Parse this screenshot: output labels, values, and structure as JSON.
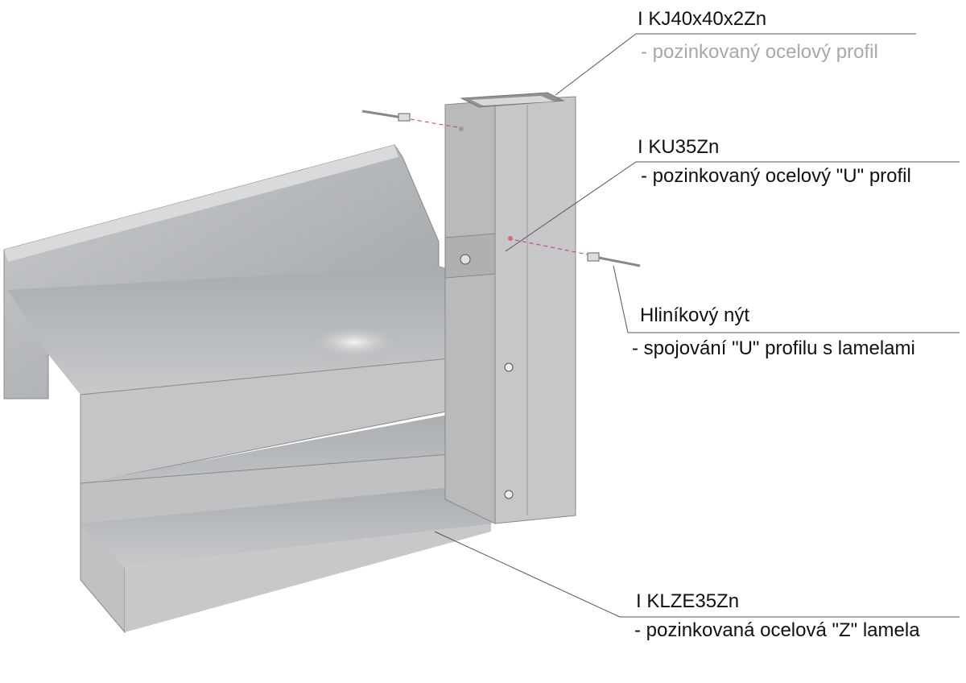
{
  "labels": [
    {
      "code": "I KJ40x40x2Zn",
      "description": "- pozinkovaný ocelový profil"
    },
    {
      "code": "I KU35Zn",
      "description": "- pozinkovaný ocelový \"U\" profil"
    },
    {
      "code": "Hliníkový nýt",
      "description": "- spojování \"U\" profilu s lamelami"
    },
    {
      "code": "I KLZE35Zn",
      "description": "- pozinkovaná ocelová \"Z\" lamela"
    }
  ],
  "colors": {
    "leader": "#555555",
    "rivet_line": "#d0308a",
    "steel": "#b4b6b9"
  }
}
